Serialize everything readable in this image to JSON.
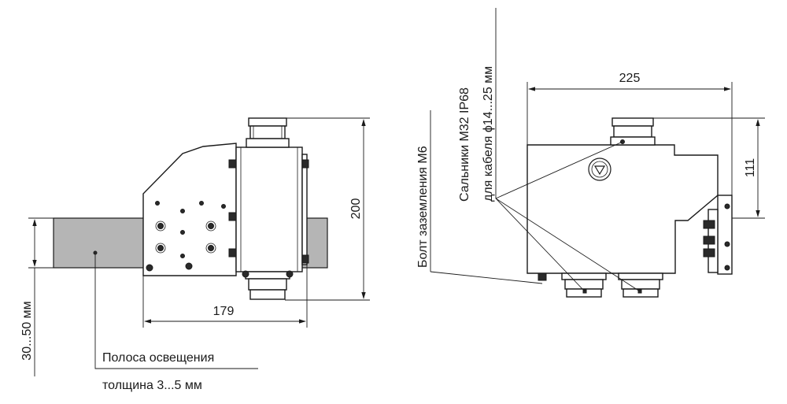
{
  "dimensions": {
    "height_left": "200",
    "width_left": "179",
    "strip_thickness": "30...50 мм",
    "width_right": "225",
    "height_right": "111"
  },
  "labels": {
    "strip_line1": "Полоса освещения",
    "strip_line2": "толщина 3...5 мм",
    "grounding_bolt": "Болт заземления М6",
    "glands_line1": "Сальники М32 IP68",
    "glands_line2": "для кабеля ϕ14...25 мм"
  },
  "colors": {
    "strip_fill": "#b5b5b5",
    "line": "#1a1a1a"
  }
}
